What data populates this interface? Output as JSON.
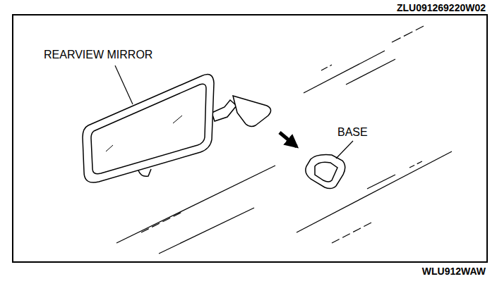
{
  "diagram": {
    "labels": [
      "ZLU091269220W02",
      "REARVIEW MIRROR",
      "BASE",
      "WLU912WAW"
    ]
  }
}
